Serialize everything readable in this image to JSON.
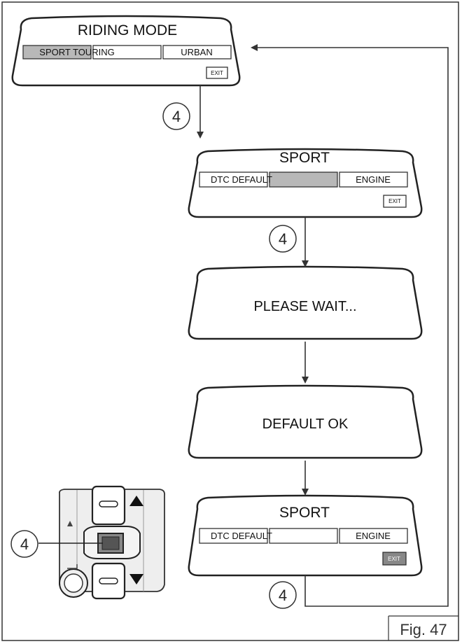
{
  "screens": {
    "riding_mode": {
      "title": "RIDING MODE",
      "fields": [
        "SPORT TOURING",
        "",
        "URBAN"
      ],
      "selected_index": 0,
      "exit": "EXIT"
    },
    "sport_1": {
      "title": "SPORT",
      "fields": [
        "DTC DEFAULT",
        "",
        "ENGINE"
      ],
      "selected_index": 1,
      "exit": "EXIT"
    },
    "wait": {
      "message": "PLEASE WAIT..."
    },
    "default_ok": {
      "message": "DEFAULT OK"
    },
    "sport_2": {
      "title": "SPORT",
      "fields": [
        "DTC DEFAULT",
        "",
        "ENGINE"
      ],
      "exit": "EXIT",
      "exit_selected": true
    }
  },
  "step_badges": [
    "4",
    "4",
    "4",
    "4"
  ],
  "figure_label": "Fig. 47",
  "colors": {
    "line": "#222222",
    "selected": "#b8b8b8",
    "paper": "#ffffff"
  }
}
